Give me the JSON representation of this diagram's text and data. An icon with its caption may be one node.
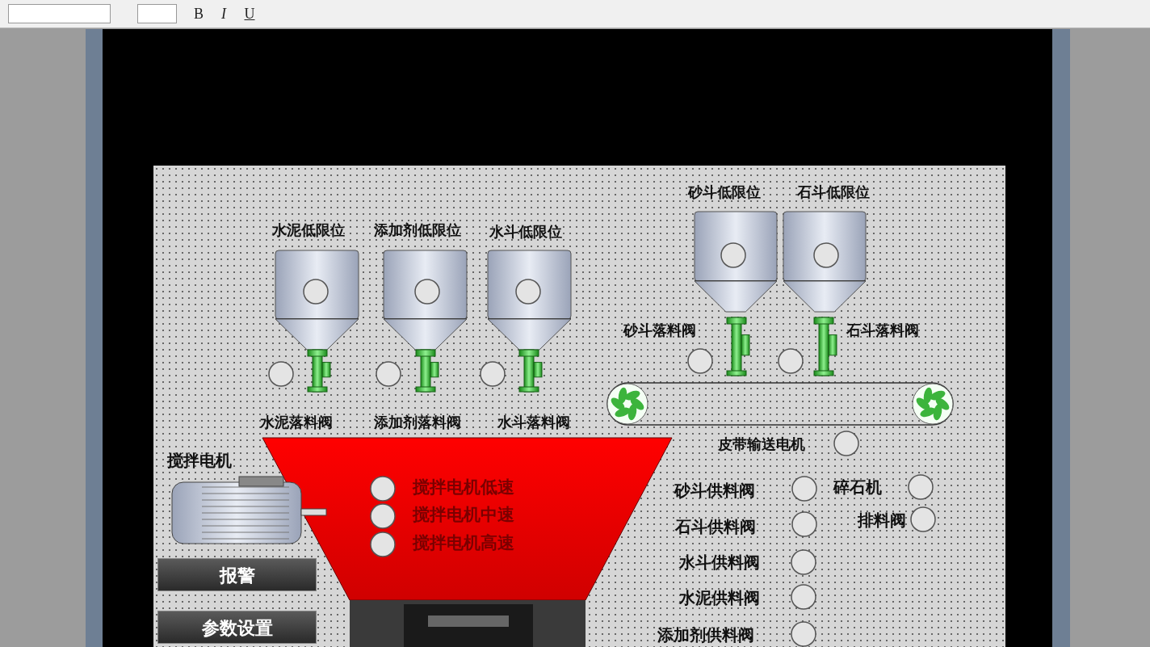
{
  "diagram": {
    "nodes": [
      {
        "text": [
          "报警"
        ]
      },
      {
        "text": [
          "参数设置"
        ]
      }
    ],
    "labels": [
      "B",
      "I",
      "U",
      "砂斗低限位",
      "石斗低限位",
      "水泥低限位",
      "添加剂低限位",
      "水斗低限位",
      "砂斗落料阀",
      "石斗落料阀",
      "水泥落料阀",
      "添加剂落料阀",
      "水斗落料阀",
      "皮带输送电机",
      "搅拌电机",
      "搅拌电机低速",
      "砂斗供料阀",
      "碎石机",
      "搅拌电机中速",
      "排料阀",
      "石斗供料阀",
      "搅拌电机高速",
      "水斗供料阀",
      "水泥供料阀",
      "添加剂供料阀"
    ]
  }
}
